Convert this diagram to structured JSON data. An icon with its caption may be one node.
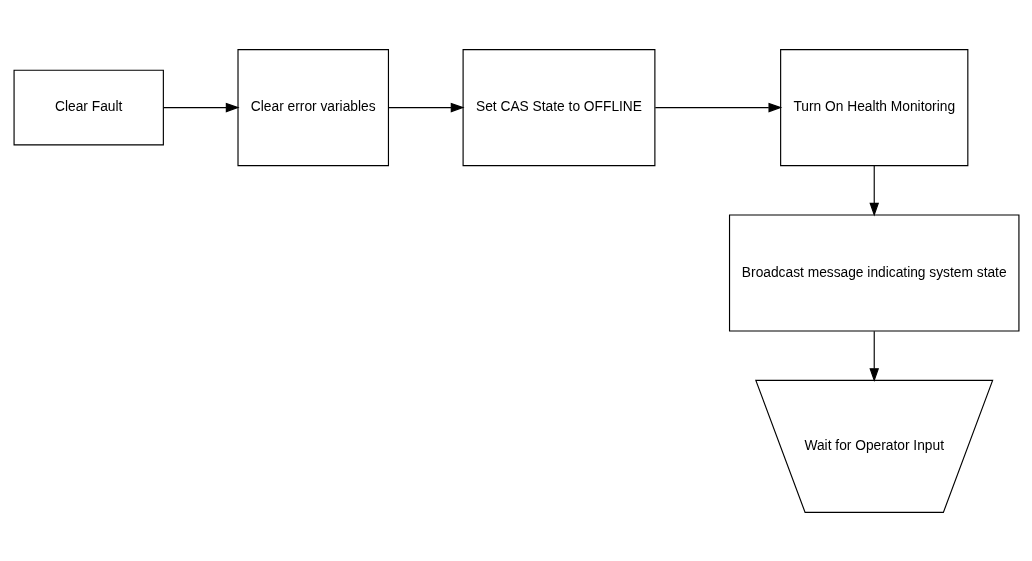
{
  "diagram": {
    "nodes": [
      {
        "text": [
          "Clear Fault"
        ]
      },
      {
        "text": [
          "Clear error variables"
        ]
      },
      {
        "text": [
          "Set CAS State to OFFLINE"
        ]
      },
      {
        "text": [
          "Turn On Health Monitoring"
        ]
      },
      {
        "text": [
          "Broadcast message indicating system state"
        ]
      },
      {
        "text": [
          "Wait for Operator Input"
        ]
      }
    ],
    "edges": [
      {
        "from": 0,
        "to": 1,
        "arrow": "to"
      },
      {
        "from": 1,
        "to": 2,
        "arrow": "to"
      },
      {
        "from": 2,
        "to": 3,
        "arrow": "to"
      },
      {
        "from": 3,
        "to": 4,
        "arrow": "to"
      },
      {
        "from": 4,
        "to": 5,
        "arrow": "to"
      }
    ]
  }
}
